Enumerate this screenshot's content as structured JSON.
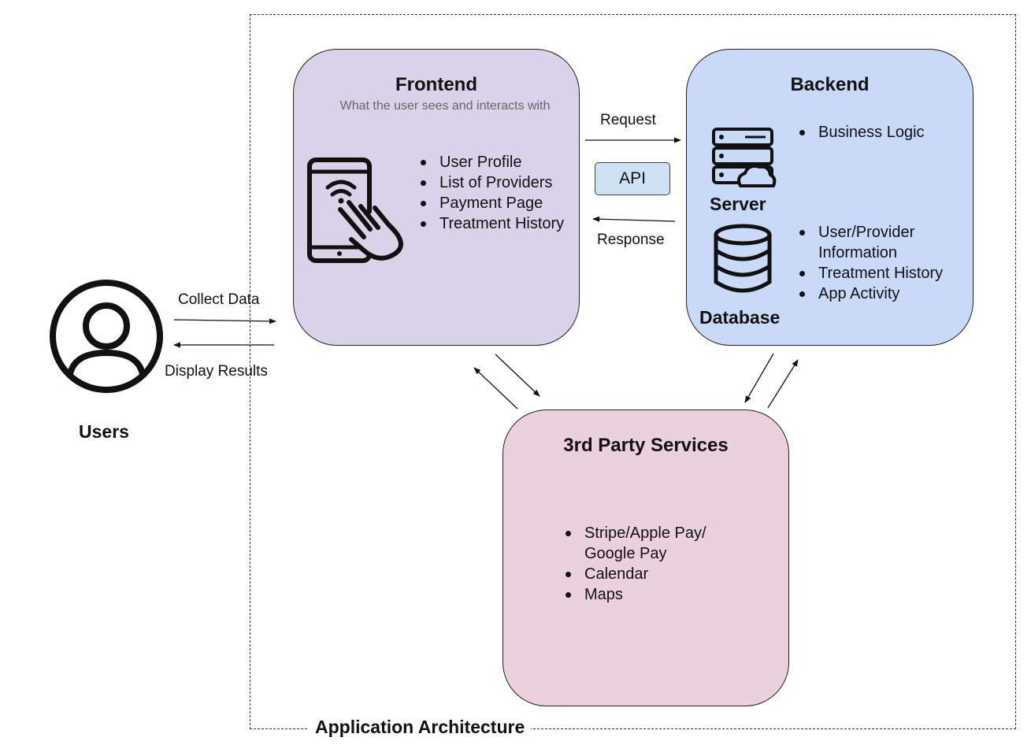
{
  "container": {
    "label": "Application Architecture"
  },
  "users": {
    "label": "Users",
    "icon": "user-avatar-icon"
  },
  "frontend": {
    "title": "Frontend",
    "subtitle": "What the user sees and interacts with",
    "icon": "tablet-touch-icon",
    "color": "#d9d2e9",
    "items": [
      "User Profile",
      "List of Providers",
      "Payment Page",
      "Treatment History"
    ]
  },
  "backend": {
    "title": "Backend",
    "color": "#c9daf8",
    "server": {
      "label": "Server",
      "icon": "server-cloud-icon",
      "items": [
        "Business Logic"
      ]
    },
    "database": {
      "label": "Database",
      "icon": "database-icon",
      "items": [
        "User/Provider Information",
        "Treatment History",
        "App Activity"
      ]
    }
  },
  "third_party": {
    "title": "3rd Party Services",
    "color": "#ead1dc",
    "items": [
      "Stripe/Apple Pay/ Google Pay",
      "Calendar",
      "Maps"
    ]
  },
  "connections": {
    "collect_data": "Collect Data",
    "display_results": "Display Results",
    "request": "Request",
    "response": "Response",
    "api": "API"
  },
  "colors": {
    "api_fill": "#cfe2f3",
    "stroke": "#222222"
  }
}
